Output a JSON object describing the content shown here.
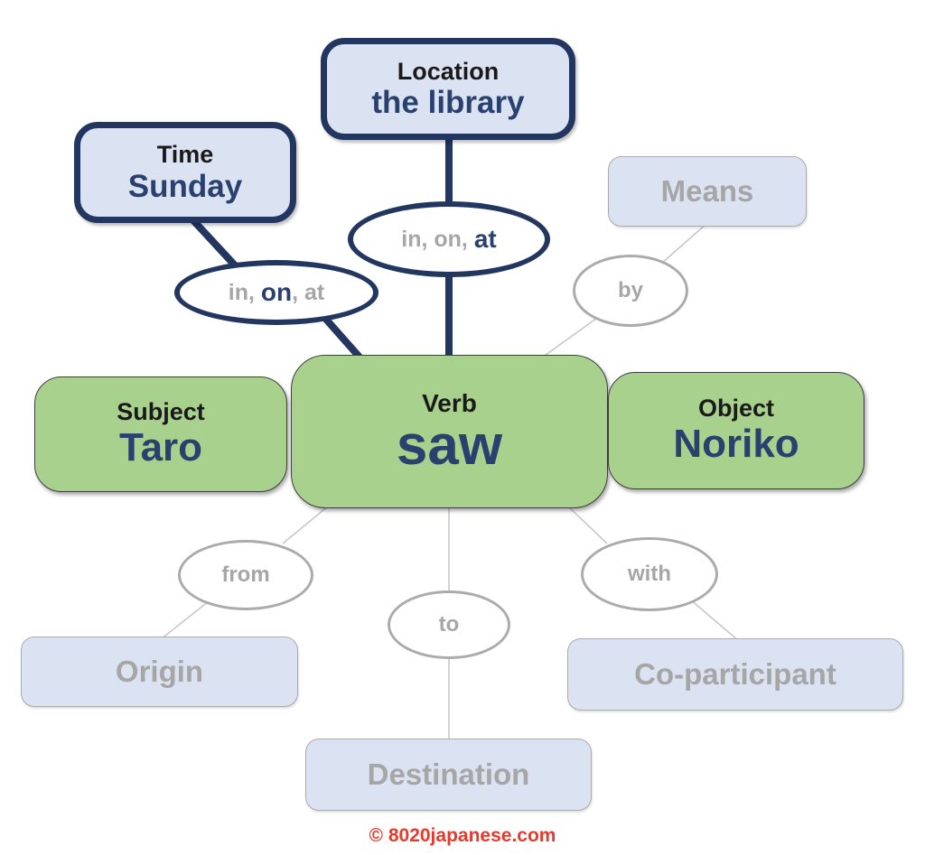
{
  "colors": {
    "navy": "#22365f",
    "navy_text": "#2a4170",
    "box_blue": "#dbe3f3",
    "green": "#a9d18e",
    "green_border": "#3f3f3f",
    "gray_text": "#a6a6a6",
    "gray_border": "#ababab",
    "connector": "#c8c8c8",
    "label_black": "#1a1a1a",
    "credit_red": "#e8392b",
    "background": "#ffffff"
  },
  "nodes": {
    "location": {
      "label": "Location",
      "value": "the library"
    },
    "time": {
      "label": "Time",
      "value": "Sunday"
    },
    "means": {
      "label": "Means"
    },
    "subject": {
      "label": "Subject",
      "value": "Taro"
    },
    "verb": {
      "label": "Verb",
      "value": "saw"
    },
    "object": {
      "label": "Object",
      "value": "Noriko"
    },
    "origin": {
      "label": "Origin"
    },
    "destination": {
      "label": "Destination"
    },
    "coparticipant": {
      "label": "Co-participant"
    }
  },
  "prepositions": {
    "location": {
      "pre": "in, on, ",
      "active": "at",
      "post": ""
    },
    "time": {
      "pre": "in, ",
      "active": "on",
      "post": ", at"
    },
    "means": {
      "label": "by"
    },
    "origin": {
      "label": "from"
    },
    "destination": {
      "label": "to"
    },
    "coparticipant": {
      "label": "with"
    }
  },
  "footer": {
    "credit": "© 8020japanese.com"
  }
}
